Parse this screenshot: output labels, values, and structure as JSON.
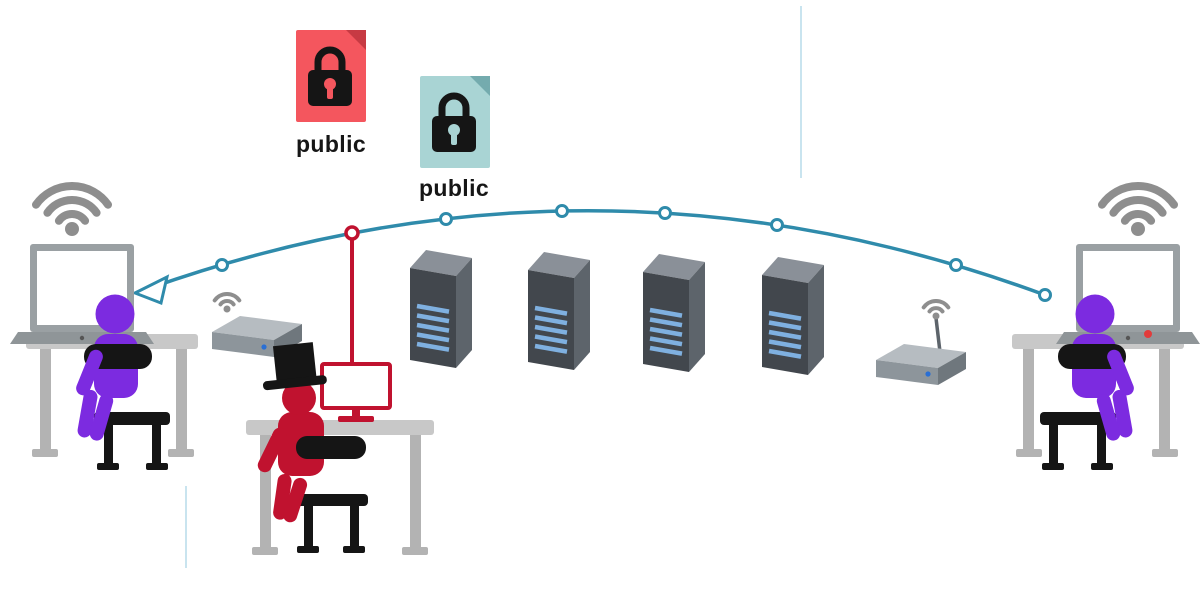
{
  "diagram": {
    "type": "man-in-the-middle attack network diagram",
    "certificates": {
      "fake": {
        "label": "public",
        "fill": "#f4565e",
        "fold": "#c73a43"
      },
      "real": {
        "label": "public",
        "fill": "#a9d4d4",
        "fold": "#74abae"
      }
    },
    "colors": {
      "path": "#2f8bab",
      "attacker_red": "#c0122f",
      "user_purple": "#7c2be0",
      "chair_black": "#151515",
      "desk": "#c8c8c8",
      "desk_leg": "#b3b3b3",
      "wifi_gray": "#8e8e8e",
      "server_front": "#42474d",
      "server_top": "#8a9098",
      "server_side": "#5d646b",
      "server_vent": "#7fb0e0",
      "router_top": "#b6bcc1",
      "router_front": "#8d959b",
      "router_side": "#6f777d",
      "router_led": "#2a6fd4",
      "decor_line": "#c9e4ef"
    },
    "counts": {
      "servers": 4,
      "path_nodes": 8
    }
  }
}
